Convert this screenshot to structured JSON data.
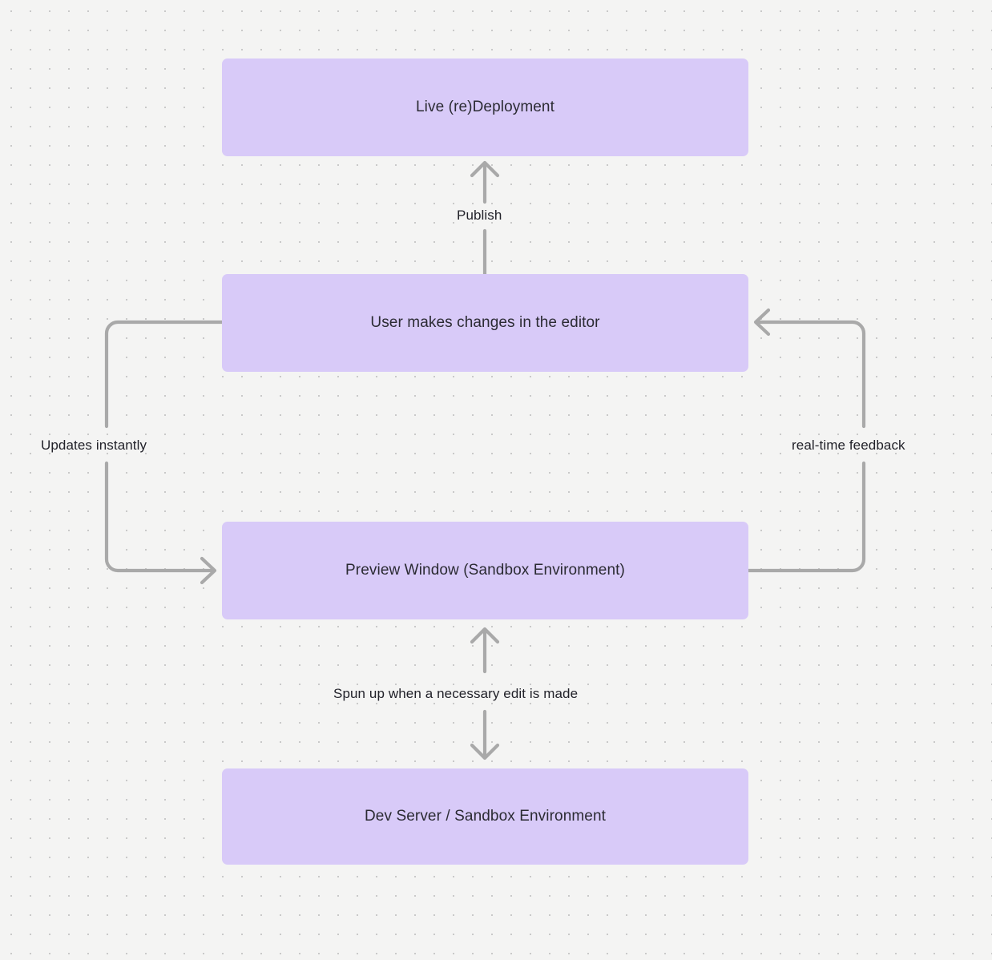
{
  "diagram": {
    "type": "flowchart",
    "background_color": "#f4f4f3",
    "grid": "dotted",
    "node_fill_color": "#d8caf8",
    "node_text_color": "#2b2b33",
    "edge_color": "#a9a9a9",
    "nodes": [
      {
        "id": "live",
        "label": "Live (re)Deployment"
      },
      {
        "id": "user",
        "label": "User makes changes in the editor"
      },
      {
        "id": "preview",
        "label": "Preview Window (Sandbox Environment)"
      },
      {
        "id": "dev",
        "label": "Dev Server / Sandbox Environment"
      }
    ],
    "edges": [
      {
        "id": "publish",
        "label": "Publish",
        "from": "user",
        "to": "live",
        "direction": "up"
      },
      {
        "id": "updates",
        "label": "Updates instantly",
        "from": "user",
        "to": "preview",
        "direction": "left-loop"
      },
      {
        "id": "realtime",
        "label": "real-time feedback",
        "from": "preview",
        "to": "user",
        "direction": "right-loop"
      },
      {
        "id": "spun",
        "label": "Spun up when a necessary edit is made",
        "from": "preview",
        "to": "dev",
        "direction": "bidirectional"
      }
    ]
  }
}
